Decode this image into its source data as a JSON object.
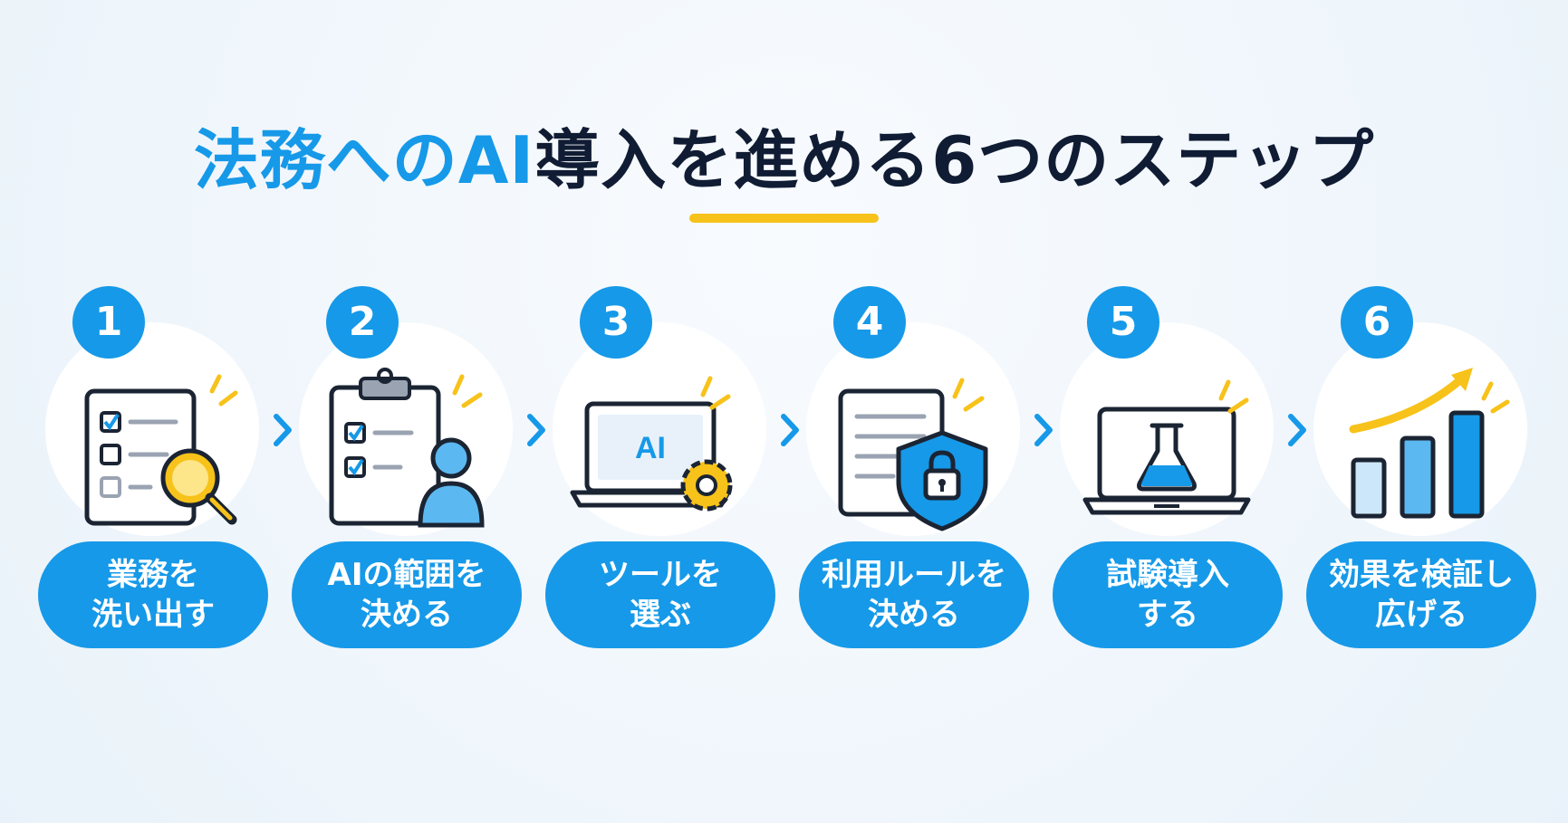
{
  "title": {
    "part_blue": "法務へのAI",
    "part_dark": "導入を進める6つのステップ"
  },
  "colors": {
    "accent_blue": "#1699e8",
    "accent_yellow": "#f7c21a",
    "text_dark": "#101c33"
  },
  "steps": [
    {
      "number": "1",
      "line1": "業務を",
      "line2": "洗い出す",
      "icon": "checklist-magnifier-icon"
    },
    {
      "number": "2",
      "line1": "AIの範囲を",
      "line2": "決める",
      "icon": "clipboard-person-icon"
    },
    {
      "number": "3",
      "line1": "ツールを",
      "line2": "選ぶ",
      "icon_text": "AI",
      "icon": "laptop-gear-icon"
    },
    {
      "number": "4",
      "line1": "利用ルールを",
      "line2": "決める",
      "icon": "document-shield-lock-icon"
    },
    {
      "number": "5",
      "line1": "試験導入",
      "line2": "する",
      "icon": "laptop-flask-icon"
    },
    {
      "number": "6",
      "line1": "効果を検証し",
      "line2": "広げる",
      "icon": "bar-chart-arrow-icon"
    }
  ]
}
